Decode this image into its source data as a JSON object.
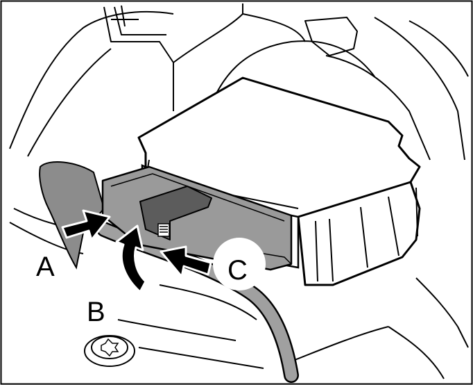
{
  "callouts": {
    "a": "A",
    "b": "B",
    "c": "C"
  },
  "colors": {
    "line": "#000000",
    "paper": "#ffffff",
    "connector_gray": "#9a9a9a",
    "connector_dark": "#5c5c5c",
    "cable_gray": "#a0a0a0"
  },
  "icons": {
    "push_arrow": "arrow-right-icon",
    "lift_arrow": "curved-arrow-up-icon",
    "screw": "torx-screw-icon"
  }
}
